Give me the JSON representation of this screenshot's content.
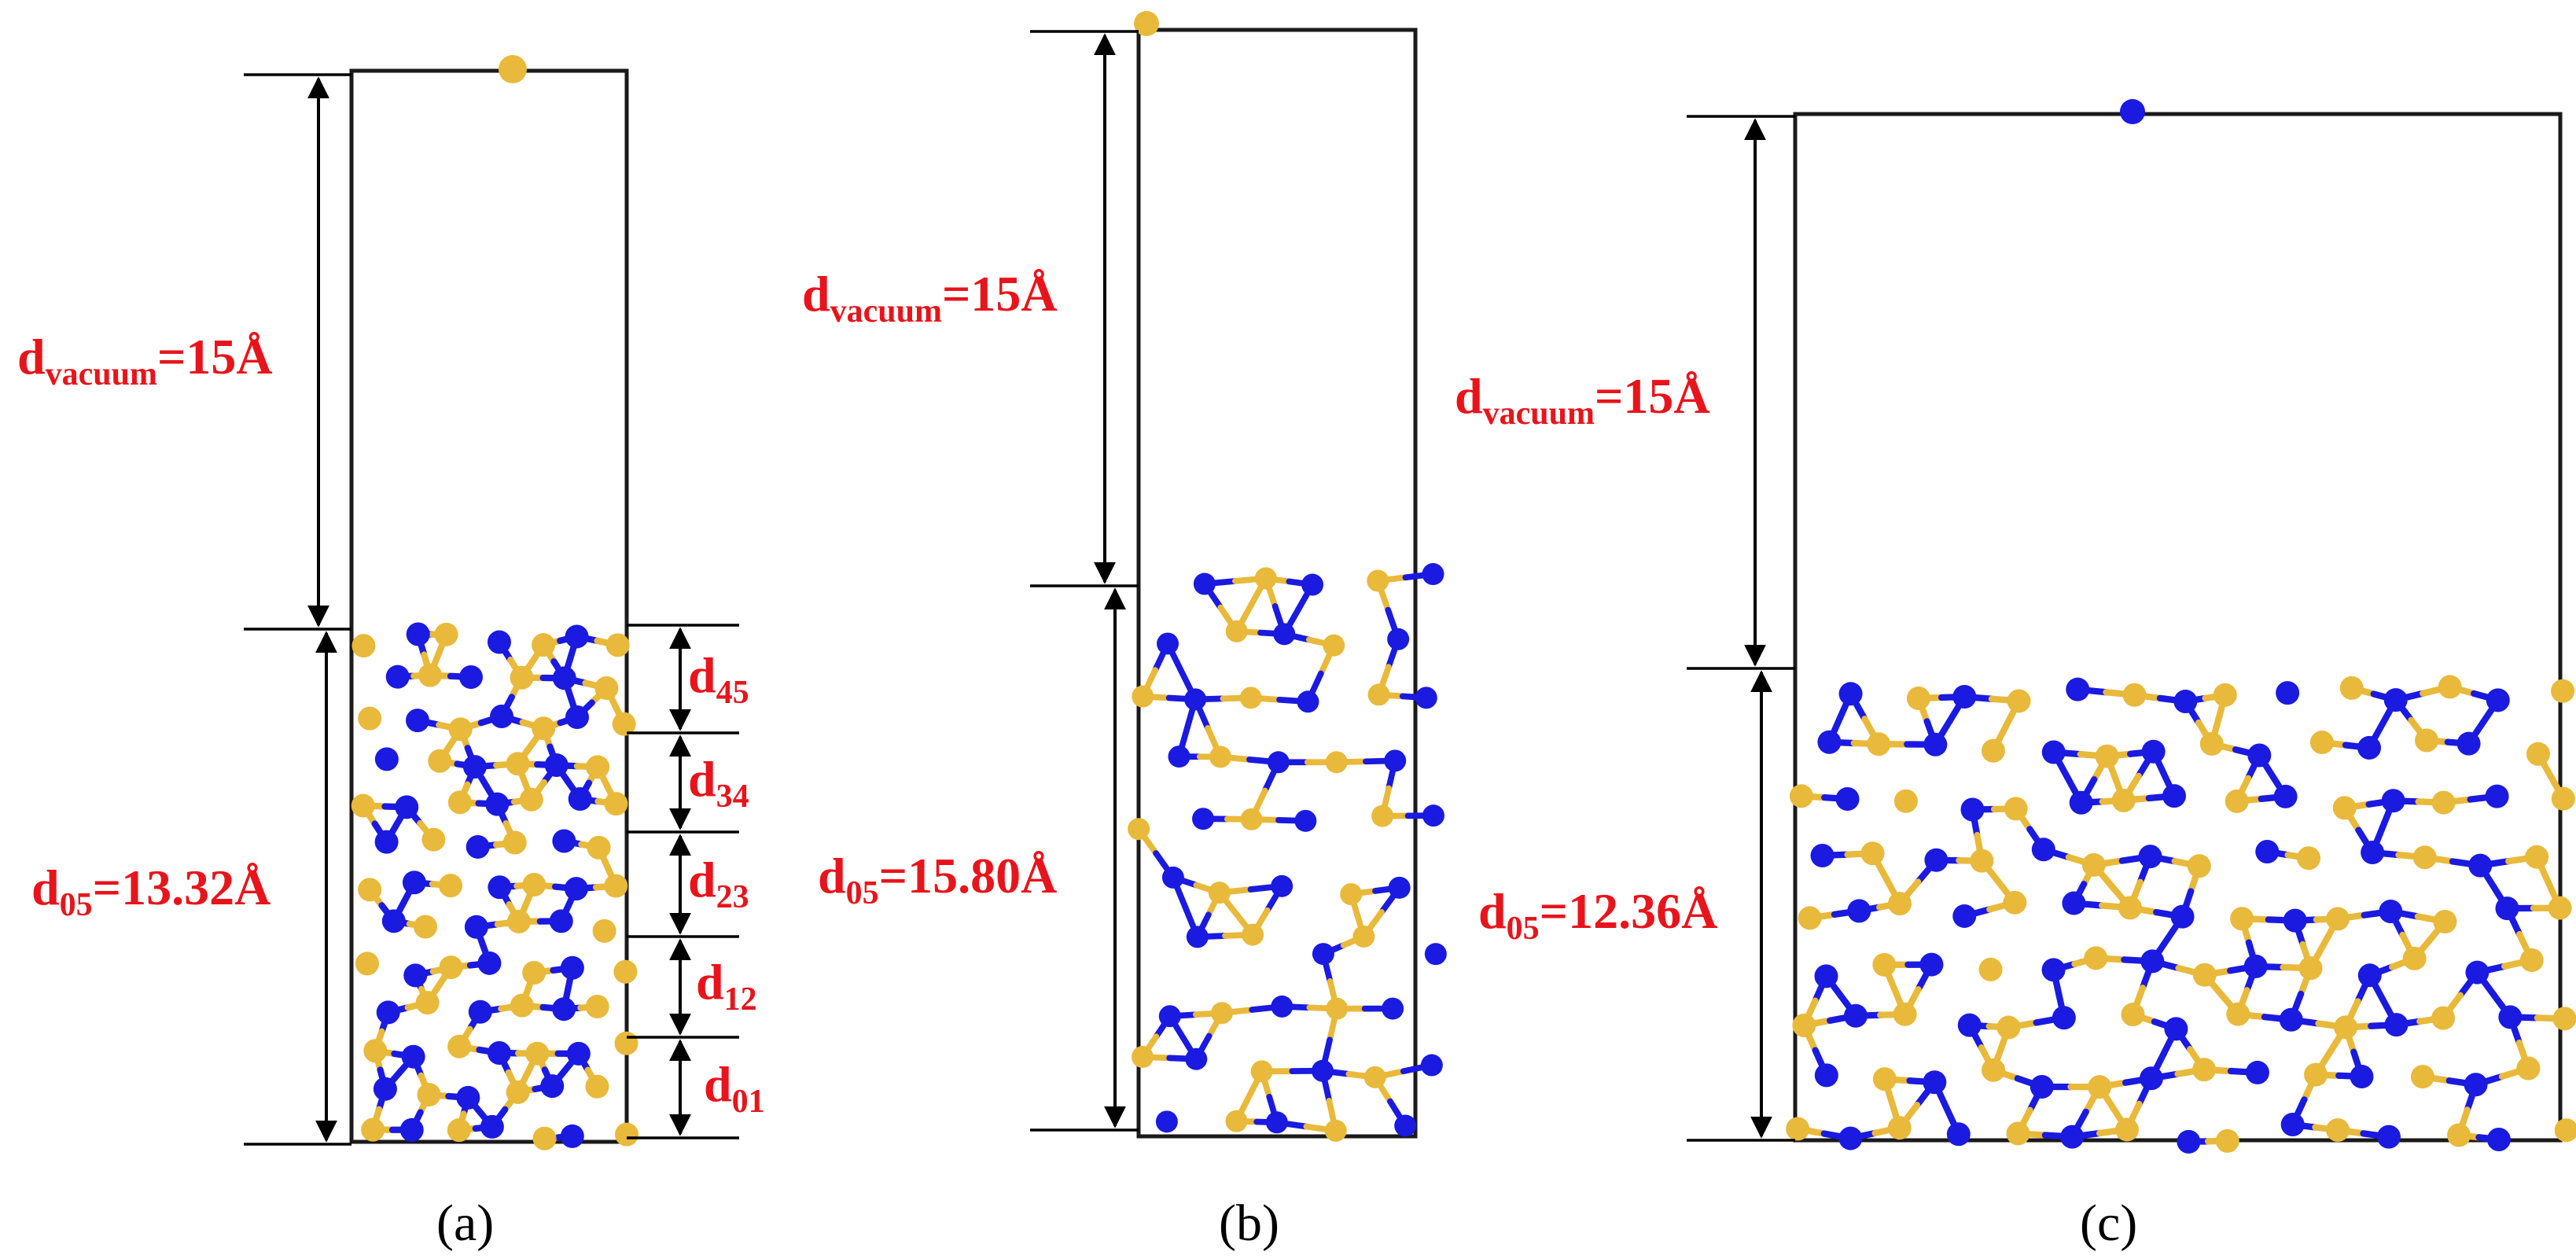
{
  "panels": [
    {
      "id": "a",
      "caption": "(a)",
      "vacuum": {
        "base": "d",
        "sub": "vacuum",
        "value": "=15Å"
      },
      "slab": {
        "base": "d",
        "sub": "05",
        "value": "=13.32Å"
      },
      "layers": [
        {
          "base": "d",
          "sub": "45"
        },
        {
          "base": "d",
          "sub": "34"
        },
        {
          "base": "d",
          "sub": "23"
        },
        {
          "base": "d",
          "sub": "12"
        },
        {
          "base": "d",
          "sub": "01"
        }
      ]
    },
    {
      "id": "b",
      "caption": "(b)",
      "vacuum": {
        "base": "d",
        "sub": "vacuum",
        "value": "=15Å"
      },
      "slab": {
        "base": "d",
        "sub": "05",
        "value": "=15.80Å"
      }
    },
    {
      "id": "c",
      "caption": "(c)",
      "vacuum": {
        "base": "d",
        "sub": "vacuum",
        "value": "=15Å"
      },
      "slab": {
        "base": "d",
        "sub": "05",
        "value": "=12.36Å"
      }
    }
  ],
  "colors": {
    "label": "#e8141b",
    "atom_gold": "#e8b93a",
    "atom_blue": "#1a1ae0",
    "line": "#000000"
  }
}
